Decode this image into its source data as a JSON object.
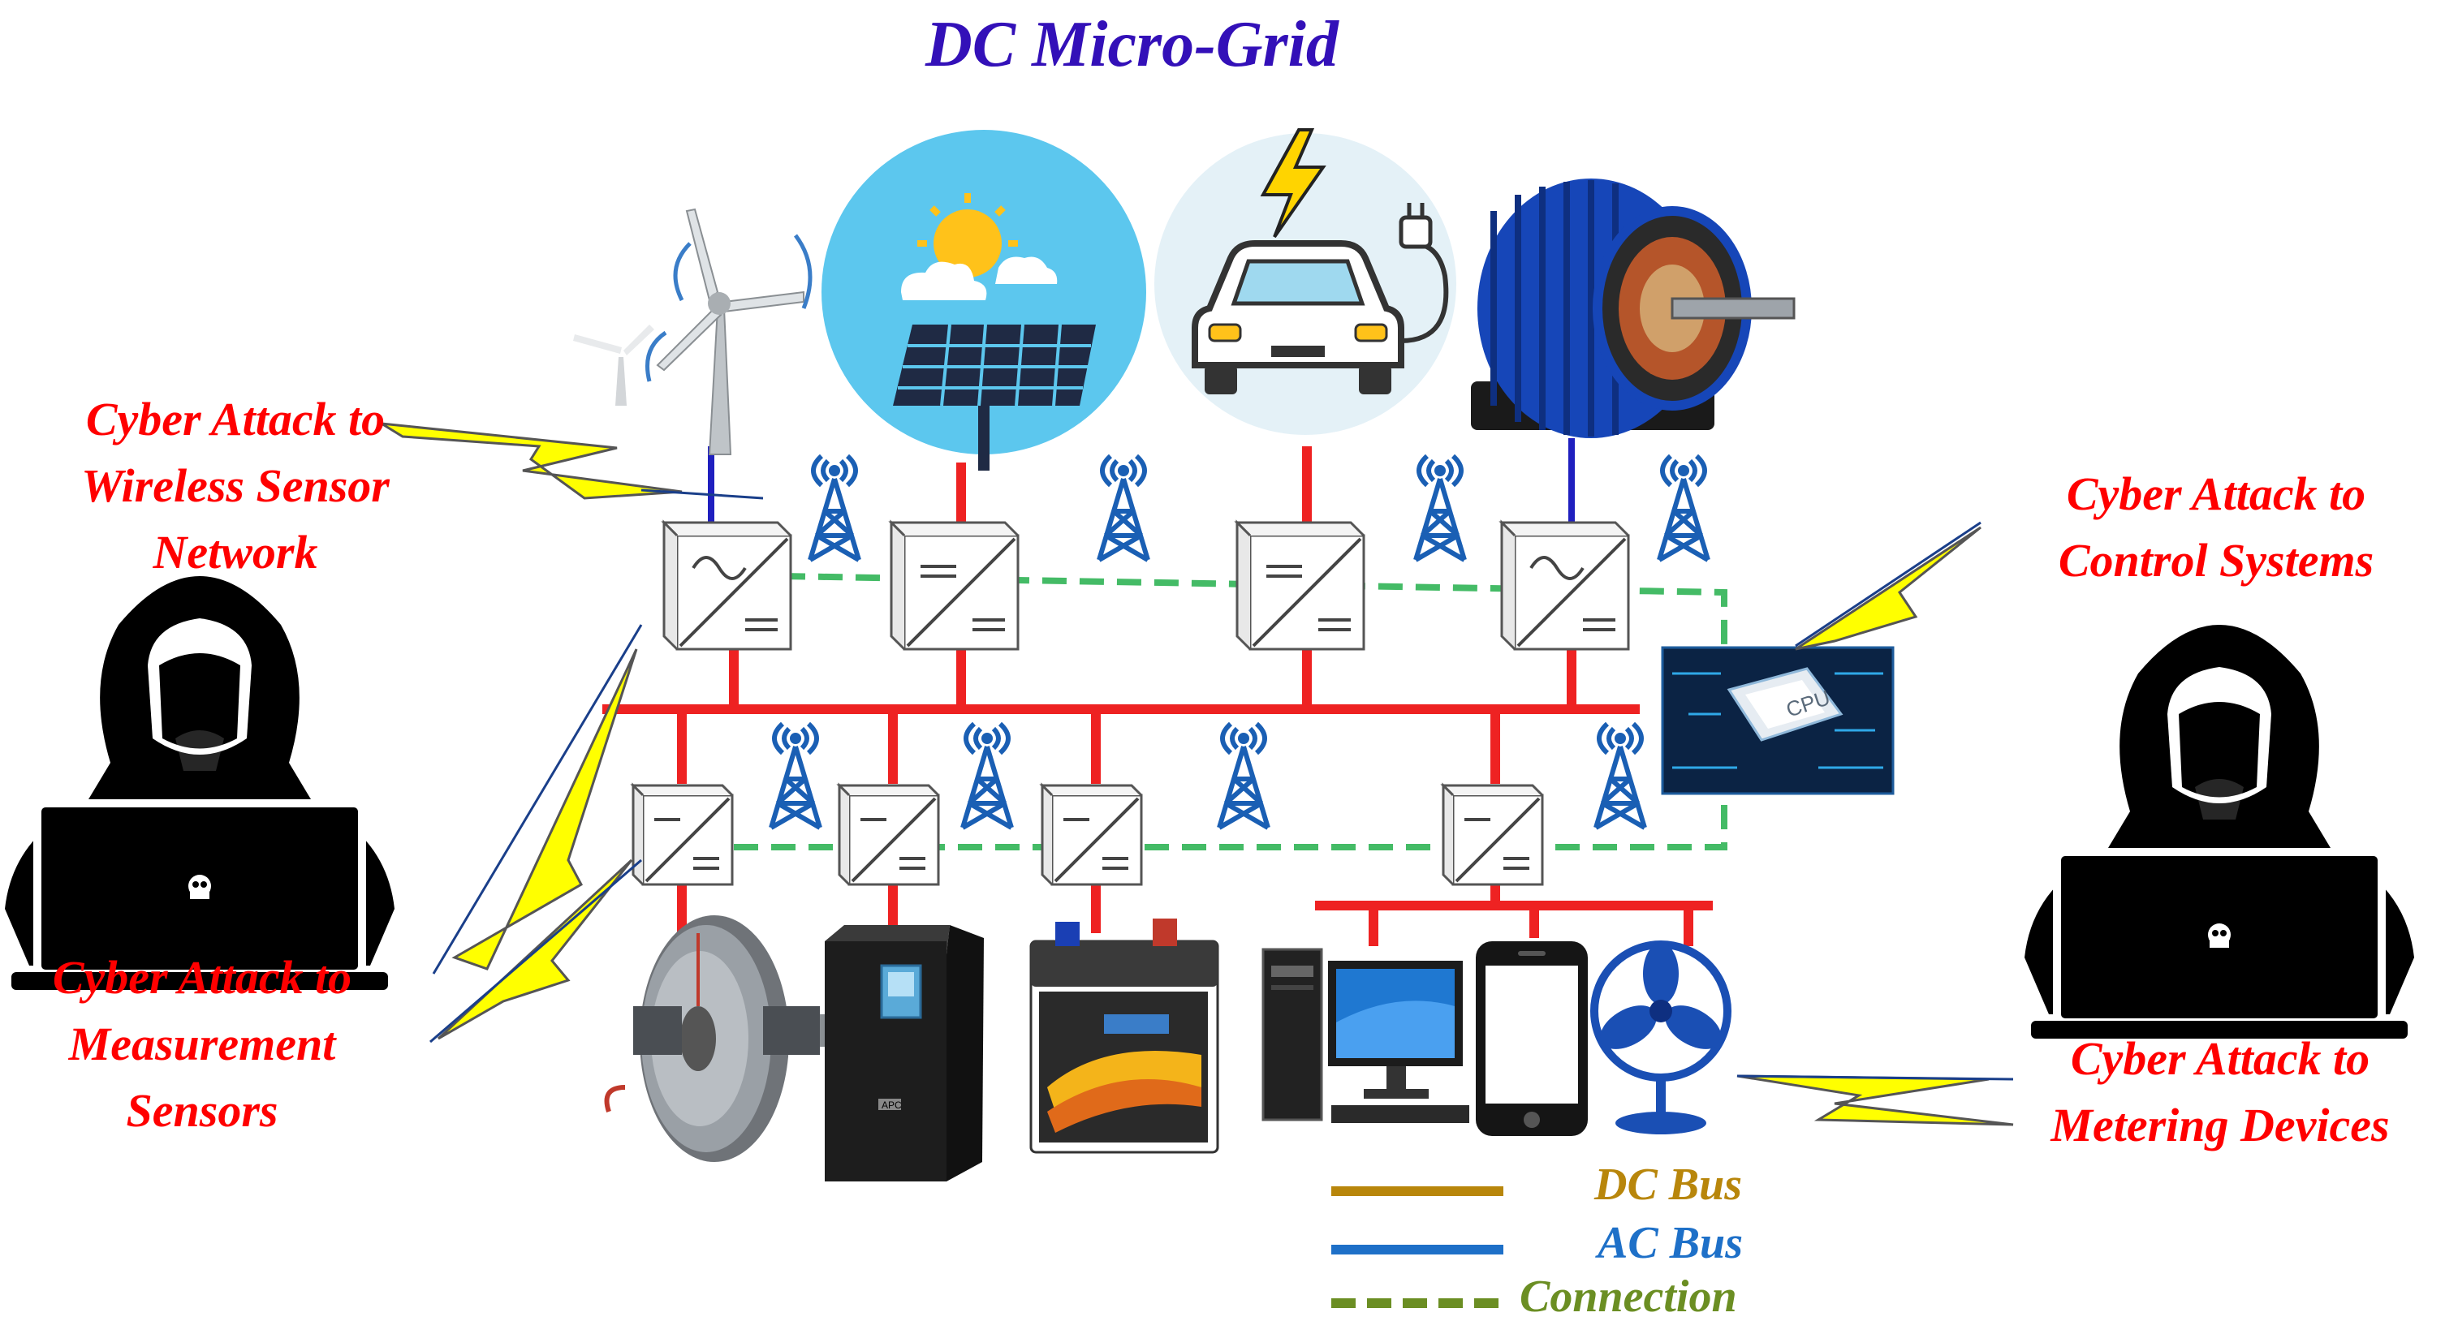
{
  "title": "DC Micro-Grid",
  "attack_labels": {
    "wireless_sensor": [
      "Cyber Attack to",
      "Wireless Sensor",
      "Network"
    ],
    "control_systems": [
      "Cyber Attack to",
      "Control Systems"
    ],
    "measurement_sensors": [
      "Cyber Attack to",
      "Measurement",
      "Sensors"
    ],
    "metering_devices": [
      "Cyber Attack to",
      "Metering Devices"
    ]
  },
  "legend": {
    "dc_bus": "DC Bus",
    "ac_bus": "AC Bus",
    "connection": "Connection"
  },
  "colors": {
    "title": "#3310b8",
    "attack_text": "#ff0000",
    "power_line": "#ee2222",
    "ac_line": "#1f1fbf",
    "connection": "#44bb66",
    "dc_legend": "#b8860b",
    "ac_legend": "#1e70c8",
    "connection_legend": "#6b8e23",
    "tower": "#1a5fb4",
    "lightning": "#ffff00"
  },
  "components": {
    "sources": [
      "wind-turbine-icon",
      "solar-panel-icon",
      "electric-vehicle-icon",
      "electric-motor-icon"
    ],
    "loads": [
      "flywheel-icon",
      "ups-icon",
      "battery-icon",
      "desktop-computer-icon",
      "smartphone-icon",
      "fan-icon"
    ],
    "controller": "controller-chip-icon",
    "hackers": [
      "hacker-left-icon",
      "hacker-right-icon"
    ]
  }
}
